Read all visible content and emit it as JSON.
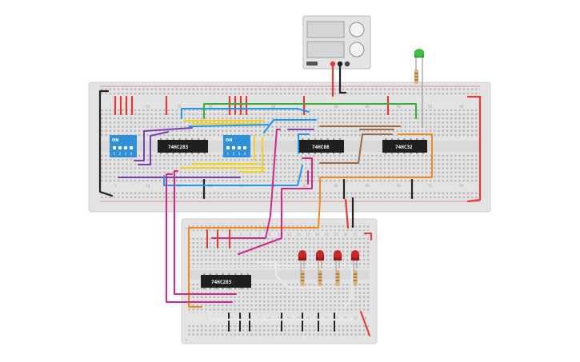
{
  "chips": {
    "adder_main": "74HC283",
    "and_gate": "74HC08",
    "or_gate": "74HC32",
    "adder_secondary": "74HC283"
  },
  "dip_switches": {
    "left": {
      "on_label": "ON",
      "numbers": [
        "1",
        "2",
        "3",
        "4"
      ]
    },
    "right": {
      "on_label": "ON",
      "numbers": [
        "1",
        "2",
        "3",
        "4"
      ]
    }
  },
  "main_board_columns": {
    "top": [
      "5",
      "10",
      "15",
      "20",
      "25",
      "30",
      "35",
      "40",
      "45",
      "50",
      "55",
      "60"
    ],
    "bottom": [
      "5",
      "10",
      "15",
      "20",
      "25",
      "30",
      "35",
      "40",
      "45",
      "50",
      "55",
      "60"
    ]
  },
  "small_board_columns": [
    "1",
    "3",
    "5",
    "7",
    "9",
    "11",
    "13",
    "15",
    "17",
    "19",
    "21",
    "23",
    "25",
    "27",
    "29"
  ],
  "colors": {
    "board": "#e3e3e3",
    "chip": "#1f1f1f",
    "dip": "#2f8fd8",
    "red": "#e53935",
    "black": "#222222",
    "blue": "#2196f3",
    "green": "#34b233",
    "yellow": "#f3d21a",
    "purple": "#7b3fb0",
    "magenta": "#d0288a",
    "orange": "#f08a1c",
    "brown": "#9c6b43",
    "gray_wire": "#cfcfcf"
  }
}
